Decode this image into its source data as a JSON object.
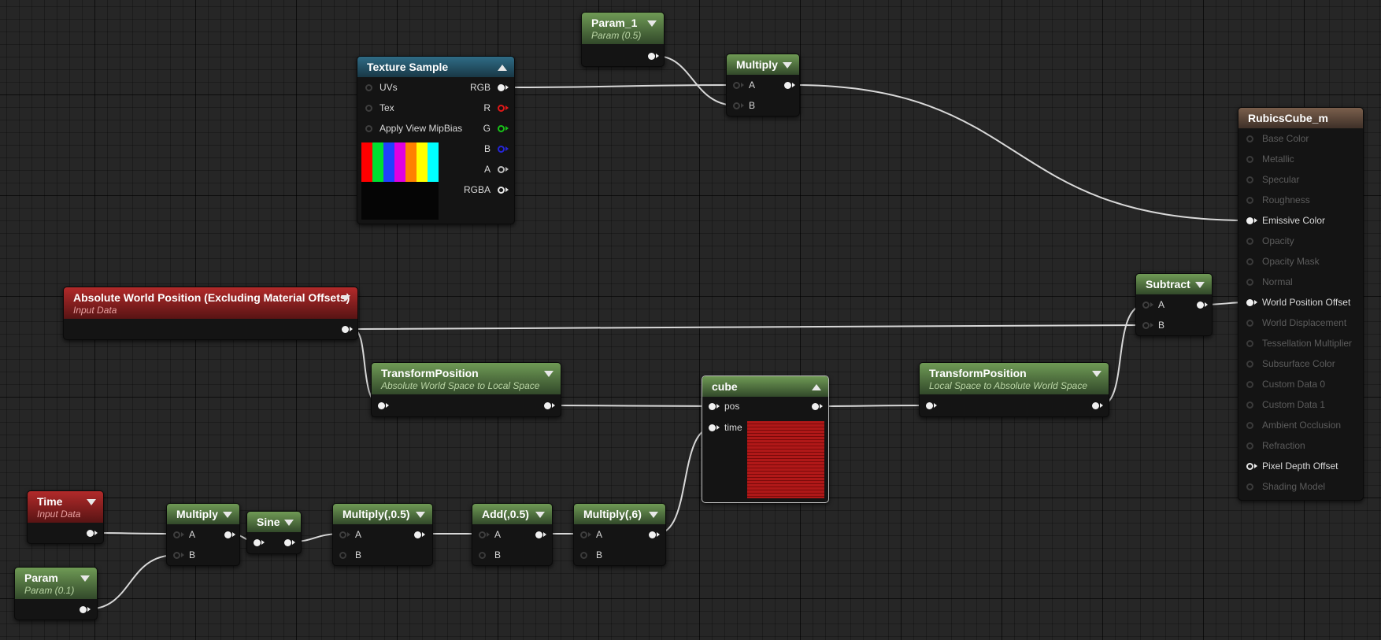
{
  "nodes": {
    "param1": {
      "title": "Param_1",
      "subtitle": "Param (0.5)"
    },
    "multiply_top": {
      "title": "Multiply",
      "pins": {
        "a": "A",
        "b": "B"
      }
    },
    "texture_sample": {
      "title": "Texture Sample",
      "inputs": [
        "UVs",
        "Tex",
        "Apply View MipBias"
      ],
      "outputs": [
        "RGB",
        "R",
        "G",
        "B",
        "A",
        "RGBA"
      ],
      "preview_colors": [
        "#ff0000",
        "#00e030",
        "#2040ff",
        "#e000e0",
        "#ff8000",
        "#ffff00",
        "#00ffff"
      ]
    },
    "abs_world_pos": {
      "title": "Absolute World Position (Excluding Material Offsets)",
      "subtitle": "Input Data"
    },
    "transform1": {
      "title": "TransformPosition",
      "subtitle": "Absolute World Space to Local Space"
    },
    "cube": {
      "title": "cube",
      "inputs": [
        "pos",
        "time"
      ]
    },
    "transform2": {
      "title": "TransformPosition",
      "subtitle": "Local Space to Absolute World Space"
    },
    "subtract": {
      "title": "Subtract",
      "pins": {
        "a": "A",
        "b": "B"
      }
    },
    "time": {
      "title": "Time",
      "subtitle": "Input Data"
    },
    "param": {
      "title": "Param",
      "subtitle": "Param (0.1)"
    },
    "multiply_low": {
      "title": "Multiply",
      "pins": {
        "a": "A",
        "b": "B"
      }
    },
    "sine": {
      "title": "Sine"
    },
    "multiply_half": {
      "title": "Multiply(,0.5)",
      "pins": {
        "a": "A",
        "b": "B"
      }
    },
    "add_half": {
      "title": "Add(,0.5)",
      "pins": {
        "a": "A",
        "b": "B"
      }
    },
    "multiply_six": {
      "title": "Multiply(,6)",
      "pins": {
        "a": "A",
        "b": "B"
      }
    },
    "result": {
      "title": "RubicsCube_m",
      "inputs": [
        "Base Color",
        "Metallic",
        "Specular",
        "Roughness",
        "Emissive Color",
        "Opacity",
        "Opacity Mask",
        "Normal",
        "World Position Offset",
        "World Displacement",
        "Tessellation Multiplier",
        "Subsurface Color",
        "Custom Data 0",
        "Custom Data 1",
        "Ambient Occlusion",
        "Refraction",
        "Pixel Depth Offset",
        "Shading Model"
      ]
    }
  },
  "colors": {
    "wire": "#d8d8d8",
    "background": "#262626",
    "cube_preview": "#b01818"
  }
}
